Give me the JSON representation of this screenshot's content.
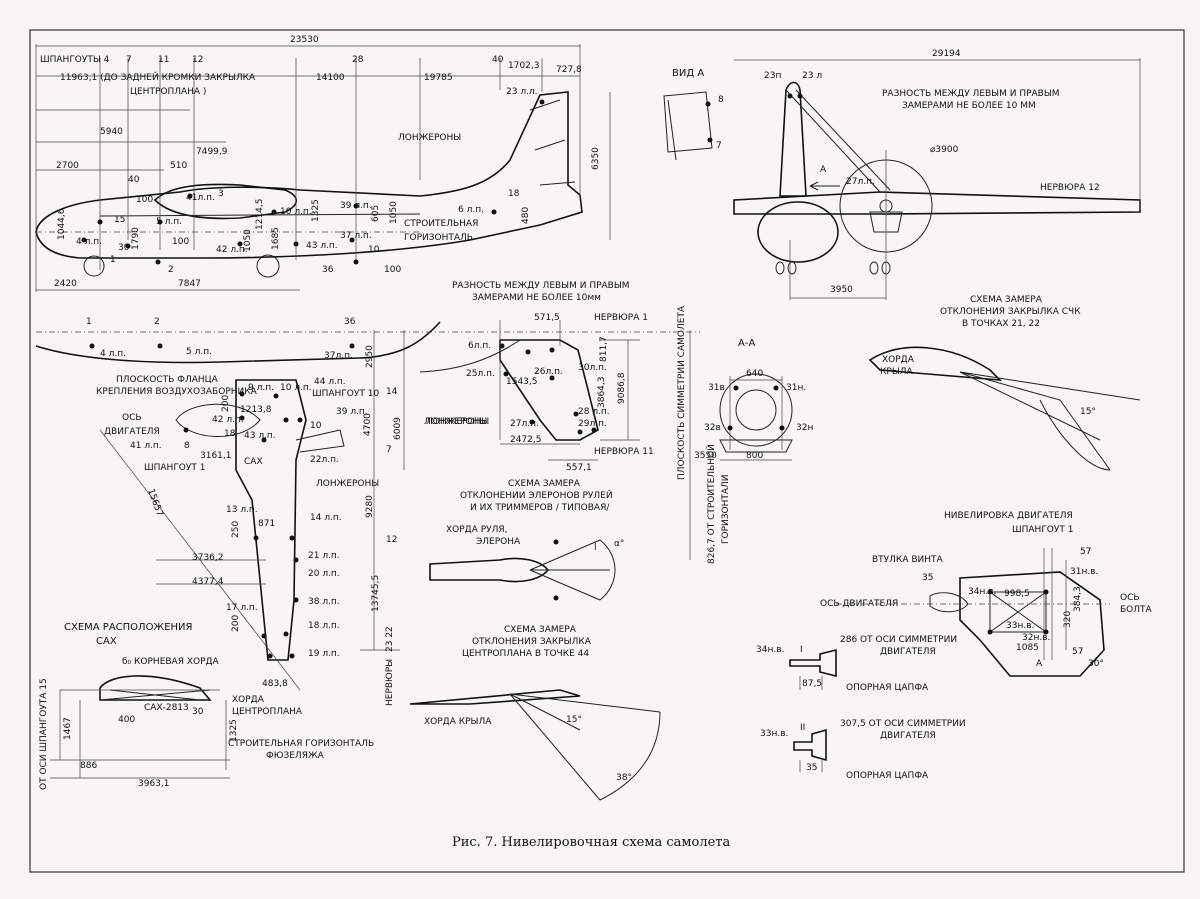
{
  "caption": "Рис. 7. Нивелировочная схема самолета",
  "side_view": {
    "top_dims": [
      "23530",
      "7",
      "11",
      "12",
      "28",
      "40",
      "1702,3",
      "727,8"
    ],
    "frames_label": "ШПАНГОУТЫ 4",
    "flap_edge": "11963,1 (ДО ЗАДНЕЙ КРОМКИ ЗАКРЫЛКА",
    "flap_edge2": "ЦЕНТРОПЛАНА )",
    "d14100": "14100",
    "d19785": "19785",
    "d23": "23 л.л.",
    "spars": "ЛОНЖЕРОНЫ",
    "d6350": "6350",
    "d5940": "5940",
    "d7499": "7499,9",
    "d510": "510",
    "d2700": "2700",
    "d40": "40",
    "d100a": "100",
    "d41": "41л.п.",
    "d3": "3",
    "d15": "15",
    "d5": "5 л.п.",
    "d1214": "1214,5",
    "d10": "10 л.п.",
    "d1325": "1325",
    "d39": "39 л.п.",
    "d605": "605",
    "d1050a": "1050",
    "d6": "6 л.п.",
    "d18": "18",
    "d480": "480",
    "horizon1": "СТРОИТЕЛЬНАЯ",
    "horizon2": "ГОРИЗОНТАЛЬ",
    "d10446": "1044,6",
    "d4": "4 л.п.",
    "d30": "30",
    "d1790": "1790",
    "d100b": "100",
    "d1050b": "1050",
    "d42": "42 л.п.",
    "d1685": "1685",
    "d43": "43 л.п.",
    "d37": "37 л.п.",
    "d10b": "10",
    "d1": "1",
    "d2": "2",
    "d36": "36",
    "d100c": "100",
    "d2420": "2420",
    "d7847": "7847"
  },
  "front_view": {
    "d29194": "29194",
    "vid_a": "ВИД А",
    "v8": "8",
    "v7": "7",
    "l23p": "23п",
    "l23l": "23 л",
    "diff1": "РАЗНОСТЬ МЕЖДУ ЛЕВЫМ И ПРАВЫМ",
    "diff2": "ЗАМЕРАМИ НЕ БОЛЕЕ 10 ММ",
    "d3900": "⌀3900",
    "arrow_a": "А",
    "l27": "27л.п.",
    "rib12": "НЕРВЮРА 12",
    "d3950": "3950"
  },
  "plan_view": {
    "p1": "1",
    "p2": "2",
    "p36": "36",
    "diff1": "РАЗНОСТЬ МЕЖДУ ЛЕВЫМ И ПРАВЫМ",
    "diff2": "ЗАМЕРАМИ НЕ БОЛЕЕ 10мм",
    "d4": "4 л.п.",
    "d5": "5 л.п.",
    "d37": "37л.п.",
    "d2950": "2950",
    "flange1": "ПЛОСКОСТЬ ФЛАНЦА",
    "flange2": "КРЕПЛЕНИЯ ВОЗДУХОЗАБОРНИКА",
    "d9": "9 л.п.",
    "d10": "10 л.п.",
    "d44": "44 л.п.",
    "frame10": "ШПАНГОУТ 10",
    "d200": "200",
    "d4700": "4700",
    "d6009": "6009",
    "axis1": "ОСЬ",
    "axis2": "ДВИГАТЕЛЯ",
    "d12138": "1213,8",
    "d42": "42 л.п.",
    "d18": "18",
    "d43": "43 л.п.",
    "d39": "39 л.п.",
    "d10b": "10",
    "d7": "7",
    "d14": "14",
    "spars": "ЛОНЖЕРОНЫ",
    "d41": "41 л.п.",
    "d8": "8",
    "d3161": "3161,1",
    "sax": "САХ",
    "d22": "22л.п.",
    "frame1": "ШПАНГОУТ 1",
    "spars2": "ЛОНЖЕРОНЫ",
    "d15657": "15657",
    "d13": "13 л.п.",
    "d250": "250",
    "d871": "871",
    "d14b": "14 л.п.",
    "d9280": "9280",
    "d12": "12",
    "d37362": "3736,2",
    "d21": "21 л.п.",
    "d43774": "4377,4",
    "d20": "20 л.п.",
    "d137455": "13745,5",
    "d38": "38 л.п.",
    "d17": "17 л.п.",
    "d200b": "200",
    "d18b": "18 л.п.",
    "d19": "19 л.п.",
    "d4838": "483,8",
    "rib": "НЕРВЮРЫ",
    "d2322": "23  22"
  },
  "tail_view": {
    "d5715": "571,5",
    "rib1": "НЕРВЮРА 1",
    "d6": "6л.п.",
    "d8117": "811,7",
    "d25": "25л.п.",
    "d26": "26л.п.",
    "d30": "30л.п.",
    "d15435": "1543,5",
    "d9086": "9086,8",
    "d38643": "3864,3",
    "d27": "27л.п.",
    "d28": "28 л.п.",
    "d29": "29л.п.",
    "d24725": "2472,5",
    "spars": "ЛОНЖЕРОНЫ",
    "rib11": "НЕРВЮРА 11",
    "d5571": "557,1"
  },
  "section_aa": {
    "title": "А-А",
    "d640": "640",
    "p31v": "31в",
    "p31n": "31н.",
    "p32v": "32в",
    "p32n": "32н",
    "d3550": "3550",
    "d800": "800",
    "sym_plane": "ПЛОСКОСТЬ СИММЕТРИИ САМОЛЕТА",
    "d8267": "826,7 ОТ СТРОИТЕЛЬНОЙ",
    "horizon": "ГОРИЗОНТАЛИ"
  },
  "flap_scheme": {
    "title1": "СХЕМА ЗАМЕРА",
    "title2": "ОТКЛОНЕНИЯ ЗАКРЫЛКА СЧК",
    "title3": "В ТОЧКАХ  21, 22",
    "chord1": "ХОРДА",
    "chord2": "КРЫЛА",
    "ang": "15°"
  },
  "aileron_scheme": {
    "title1": "СХЕМА ЗАМЕРА",
    "title2": "ОТКЛОНЕНИИ ЭЛЕРОНОВ  РУЛЕЙ",
    "title3": "И ИХ ТРИММЕРОВ / ТИПОВАЯ/",
    "chord1": "ХОРДА РУЛЯ,",
    "chord2": "ЭЛЕРОНА",
    "l": "l",
    "alpha": "α°"
  },
  "center_flap_scheme": {
    "title1": "СХЕМА ЗАМЕРА",
    "title2": "ОТКЛОНЕНИЯ ЗАКРЫЛКА",
    "title3": "ЦЕНТРОПЛАНА В ТОЧКЕ 44",
    "chord": "ХОРДА КРЫЛА",
    "a15": "15°",
    "a38": "38°"
  },
  "engine_level": {
    "title": "НИВЕЛИРОВКА  ДВИГАТЕЛЯ",
    "frame1": "ШПАНГОУТ 1",
    "d57": "57",
    "hub": "ВТУЛКА ВИНТА",
    "d35": "35",
    "axis": "ОСЬ ДВИГАТЕЛЯ",
    "p34nv": "34н.в.",
    "d9985": "998,5",
    "p31nv": "31н.в.",
    "d3843": "384,3",
    "bolt1": "ОСЬ",
    "bolt2": "БОЛТА",
    "p33nv": "33н.в.",
    "p32nv": "32н.в.",
    "d320": "320",
    "d1085": "1085",
    "d57b": "57",
    "aa": "А",
    "d30": "30°",
    "i1_label": "34н.в.",
    "i1_num": "I",
    "i1_dist1": "286 ОТ ОСИ СИММЕТРИИ",
    "i1_dist2": "ДВИГАТЕЛЯ",
    "i1_d": "87,5",
    "i1_pin": "ОПОРНАЯ ЦАПФА",
    "i2_label": "33н.в.",
    "i2_num": "II",
    "i2_dist1": "307,5 ОТ ОСИ СИММЕТРИИ",
    "i2_dist2": "ДВИГАТЕЛЯ",
    "i2_d": "35",
    "i2_pin": "ОПОРНАЯ ЦАПФА"
  },
  "sax_scheme": {
    "title1": "СХЕМА РАСПОЛОЖЕНИЯ",
    "title2": "САХ",
    "root": "б₀ КОРНЕВАЯ ХОРДА",
    "sax": "САХ-2813",
    "d400": "400",
    "d30": "30",
    "chord1": "ХОРДА",
    "chord2": "ЦЕНТРОПЛАНА",
    "d1467": "1467",
    "d1325": "1325",
    "horizon1": "СТРОИТЕЛЬНАЯ ГОРИЗОНТАЛЬ",
    "horizon2": "ФЮЗЕЛЯЖА",
    "d886": "886",
    "d39631": "3963,1",
    "frame15": "ОТ ОСИ ШПАНГОУТА 15"
  }
}
